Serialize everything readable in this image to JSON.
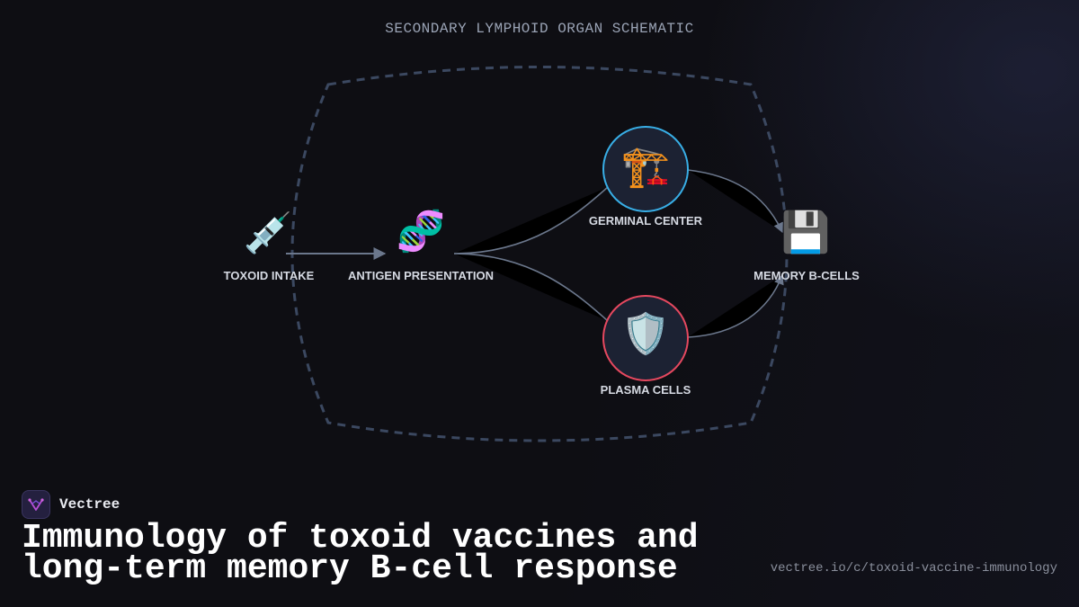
{
  "diagram": {
    "title": "SECONDARY LYMPHOID ORGAN SCHEMATIC",
    "nodes": {
      "toxoid_intake": {
        "label": "TOXOID INTAKE",
        "icon": "syringe-icon",
        "glyph": "💉"
      },
      "antigen_presentation": {
        "label": "ANTIGEN PRESENTATION",
        "icon": "dna-icon",
        "glyph": "🧬"
      },
      "germinal_center": {
        "label": "GERMINAL CENTER",
        "icon": "construction-crane-icon",
        "glyph": "🏗️",
        "ring_color": "#38aee6"
      },
      "plasma_cells": {
        "label": "PLASMA CELLS",
        "icon": "shield-icon",
        "glyph": "🛡️",
        "ring_color": "#e5485f"
      },
      "memory_b_cells": {
        "label": "MEMORY B-CELLS",
        "icon": "floppy-disk-icon",
        "glyph": "💾"
      }
    },
    "edges": [
      {
        "from": "toxoid_intake",
        "to": "antigen_presentation"
      },
      {
        "from": "antigen_presentation",
        "to": "germinal_center"
      },
      {
        "from": "antigen_presentation",
        "to": "plasma_cells"
      },
      {
        "from": "germinal_center",
        "to": "memory_b_cells"
      },
      {
        "from": "plasma_cells",
        "to": "memory_b_cells"
      }
    ],
    "colors": {
      "boundary": "#3b4860",
      "edge": "#6b778c",
      "node_fill": "#1c2233"
    }
  },
  "brand": {
    "name": "Vectree",
    "logo_icon": "vectree-logo-icon"
  },
  "headline": {
    "line1": "Immunology of toxoid vaccines and",
    "line2": "long-term memory B-cell response"
  },
  "footer": {
    "url": "vectree.io/c/toxoid-vaccine-immunology"
  }
}
